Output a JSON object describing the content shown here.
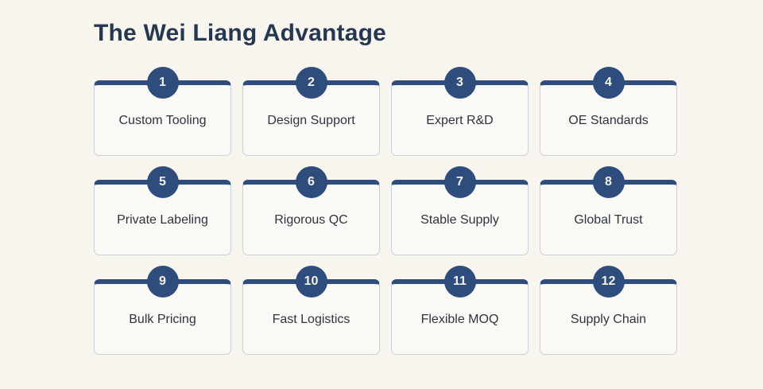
{
  "page": {
    "title": "The Wei Liang Advantage"
  },
  "colors": {
    "background": "#f8f5ef",
    "card_bg": "#fbf9f5",
    "card_border": "#c7d0db",
    "accent_navy": "#2e4d7c",
    "badge_text": "#f5f2ea",
    "title_color": "#253850",
    "label_color": "#2d3440"
  },
  "cards": [
    {
      "number": "1",
      "label": "Custom Tooling"
    },
    {
      "number": "2",
      "label": "Design Support"
    },
    {
      "number": "3",
      "label": "Expert R&D"
    },
    {
      "number": "4",
      "label": "OE Standards"
    },
    {
      "number": "5",
      "label": "Private Labeling"
    },
    {
      "number": "6",
      "label": "Rigorous QC"
    },
    {
      "number": "7",
      "label": "Stable Supply"
    },
    {
      "number": "8",
      "label": "Global Trust"
    },
    {
      "number": "9",
      "label": "Bulk Pricing"
    },
    {
      "number": "10",
      "label": "Fast Logistics"
    },
    {
      "number": "11",
      "label": "Flexible MOQ"
    },
    {
      "number": "12",
      "label": "Supply Chain"
    }
  ]
}
